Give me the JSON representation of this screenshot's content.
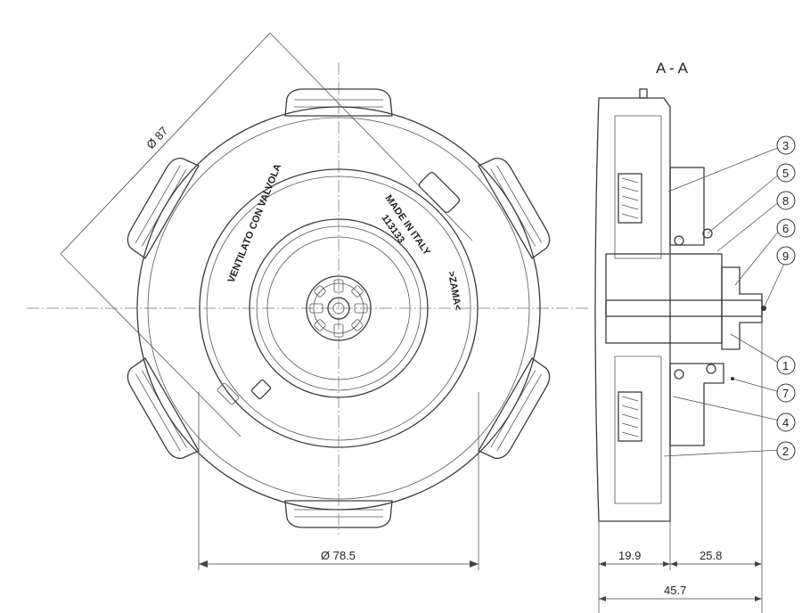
{
  "section_title": "A - A",
  "dimensions": {
    "outer_diameter": "Ø 87",
    "inner_diameter": "Ø 78.5",
    "left_width": "19.9",
    "right_width": "25.8",
    "total_width": "45.7"
  },
  "cap_labels": {
    "line1": "VENTILATO CON VALVOLA",
    "line2": "MADE IN ITALY",
    "line3": "113133",
    "line4": ">ZAMA<"
  },
  "callouts": [
    "3",
    "5",
    "8",
    "6",
    "9",
    "1",
    "7",
    "4",
    "2"
  ],
  "colors": {
    "line": "#3a3a3a",
    "hatch": "#888888",
    "background": "#ffffff"
  }
}
